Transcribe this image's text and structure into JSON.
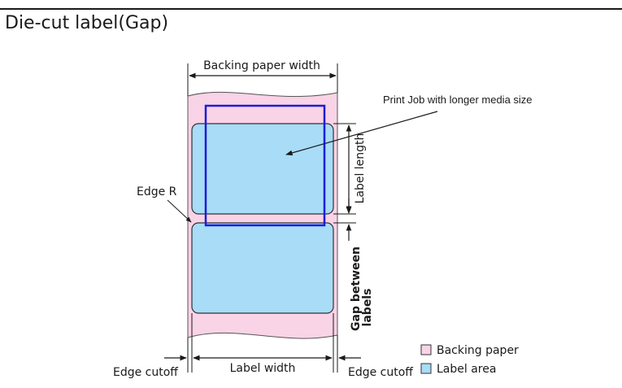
{
  "title": "Die-cut label(Gap)",
  "annotations": {
    "backing_paper_width": "Backing paper width",
    "label_length": "Label length",
    "gap_between_labels_line1": "Gap between",
    "gap_between_labels_line2": "labels",
    "edge_r": "Edge R",
    "edge_cutoff_left": "Edge cutoff",
    "edge_cutoff_right": "Edge cutoff",
    "label_width": "Label width",
    "print_job_note": "Print Job with longer media size"
  },
  "legend": [
    {
      "label": "Backing paper",
      "color": "#f9d3e6"
    },
    {
      "label": "Label area",
      "color": "#a8dcf7"
    }
  ],
  "colors": {
    "backing_paper": "#f9d3e6",
    "label_area": "#a8dcf7",
    "print_job_box": "#1d1dd6",
    "ink": "#1a1a1a"
  }
}
